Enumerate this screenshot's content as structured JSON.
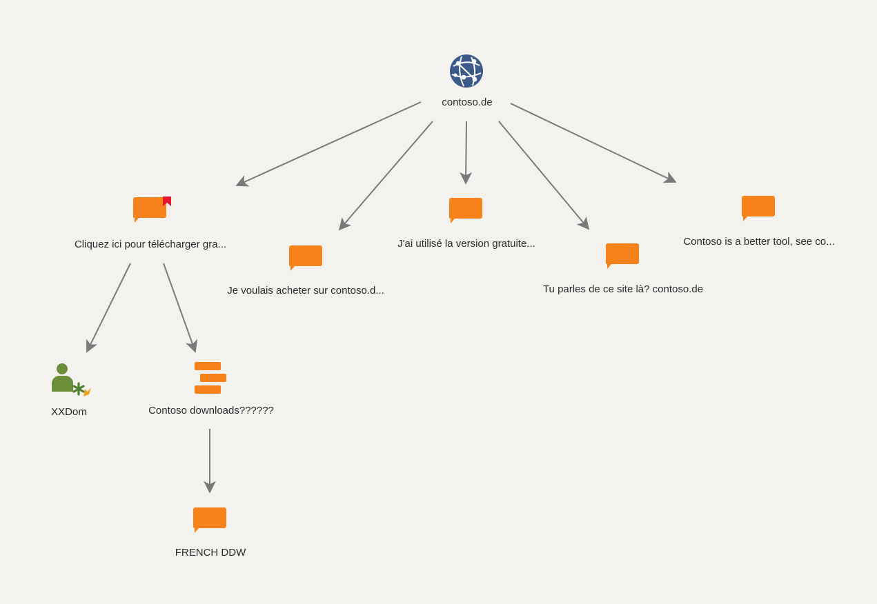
{
  "graph": {
    "root": {
      "label": "contoso.de",
      "icon": "globe-network-icon"
    },
    "posts": [
      {
        "id": "post-telecharger",
        "label": "Cliquez ici pour télécharger gra...",
        "icon": "comment-flagged-icon"
      },
      {
        "id": "post-acheter",
        "label": "Je voulais acheter sur contoso.d...",
        "icon": "comment-icon"
      },
      {
        "id": "post-version",
        "label": "J'ai utilisé la version gratuite...",
        "icon": "comment-icon"
      },
      {
        "id": "post-site",
        "label": "Tu parles de ce site là? contoso.de",
        "icon": "comment-icon"
      },
      {
        "id": "post-better",
        "label": "Contoso is a better tool, see co...",
        "icon": "comment-icon"
      }
    ],
    "children": [
      {
        "id": "user-xxdom",
        "label": "XXDom",
        "icon": "user-add-icon"
      },
      {
        "id": "thread-downloads",
        "label": "Contoso downloads??????",
        "icon": "thread-icon"
      },
      {
        "id": "post-french",
        "label": "FRENCH DDW",
        "icon": "comment-icon"
      }
    ]
  },
  "colors": {
    "background": "#f3f2ef",
    "comment": "#f7821b",
    "flag": "#e8192c",
    "globe": "#3b5a8a",
    "user": "#6b8e3a",
    "arrow": "#7a7a7a",
    "label": "#2b2b2b"
  }
}
